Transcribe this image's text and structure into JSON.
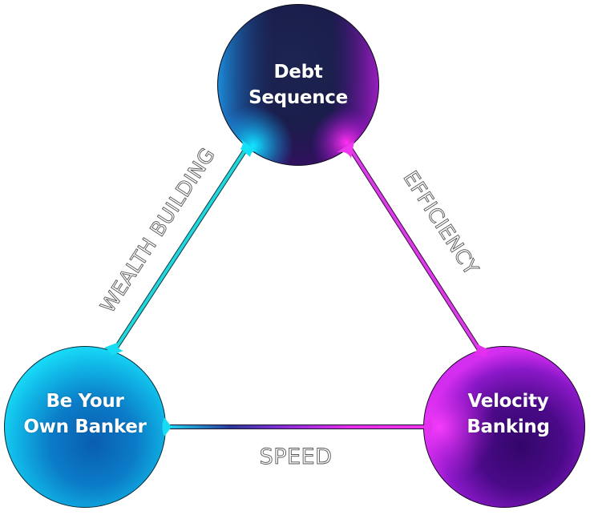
{
  "diagram": {
    "type": "triangle-relationship",
    "nodes": [
      {
        "id": "top",
        "label_lines": [
          "Debt",
          "Sequence"
        ],
        "theme": "navy-purple"
      },
      {
        "id": "left",
        "label_lines": [
          "Be Your",
          "Own Banker"
        ],
        "theme": "cyan-blue"
      },
      {
        "id": "right",
        "label_lines": [
          "Velocity",
          "Banking"
        ],
        "theme": "magenta-purple"
      }
    ],
    "edges": [
      {
        "from": "left",
        "to": "top",
        "label": "WEALTH BUILDING",
        "color": "#22d3d8"
      },
      {
        "from": "top",
        "to": "right",
        "label": "EFFICIENCY",
        "color": "#d93ce6"
      },
      {
        "from": "left",
        "to": "right",
        "label": "SPEED",
        "color_start": "#1fd6ee",
        "color_end": "#e930e6"
      }
    ]
  },
  "colors": {
    "cyan": "#11d7f2",
    "blue": "#0a5fb0",
    "navy": "#1b1f4a",
    "purple": "#3a0a6a",
    "magenta": "#e42ff0",
    "outline_text": "#555555"
  }
}
